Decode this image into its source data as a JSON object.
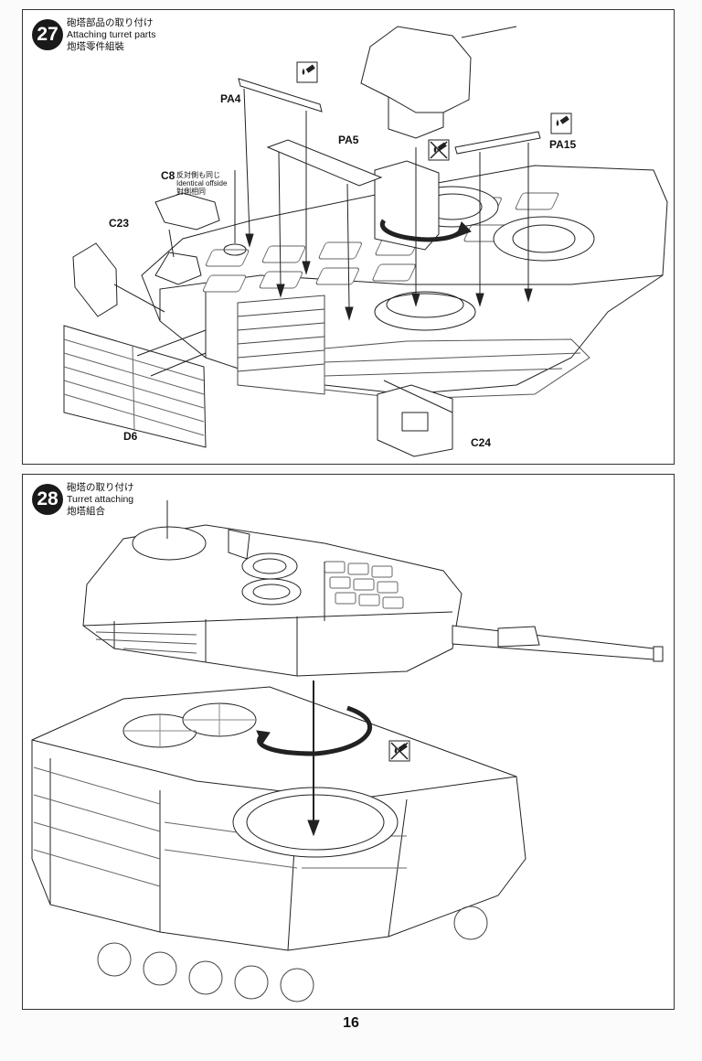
{
  "step27": {
    "number": "27",
    "title_ja": "砲塔部品の取り付け",
    "title_en": "Attaching turret parts",
    "title_zh": "炮塔零件組裝",
    "parts": {
      "pa4": "PA4",
      "pa5": "PA5",
      "pa15": "PA15",
      "c8": "C8",
      "c23": "C23",
      "c24": "C24",
      "d6": "D6"
    },
    "c8_note_ja": "反対側も同じ",
    "c8_note_en": "Identical offside",
    "c8_note_zh": "對側相同",
    "icons": [
      "cement-icon",
      "cement-icon",
      "no-cement-icon"
    ]
  },
  "step28": {
    "number": "28",
    "title_ja": "砲塔の取り付け",
    "title_en": "Turret attaching",
    "title_zh": "炮塔組合",
    "icons": [
      "no-cement-icon"
    ]
  },
  "page_number": "16"
}
